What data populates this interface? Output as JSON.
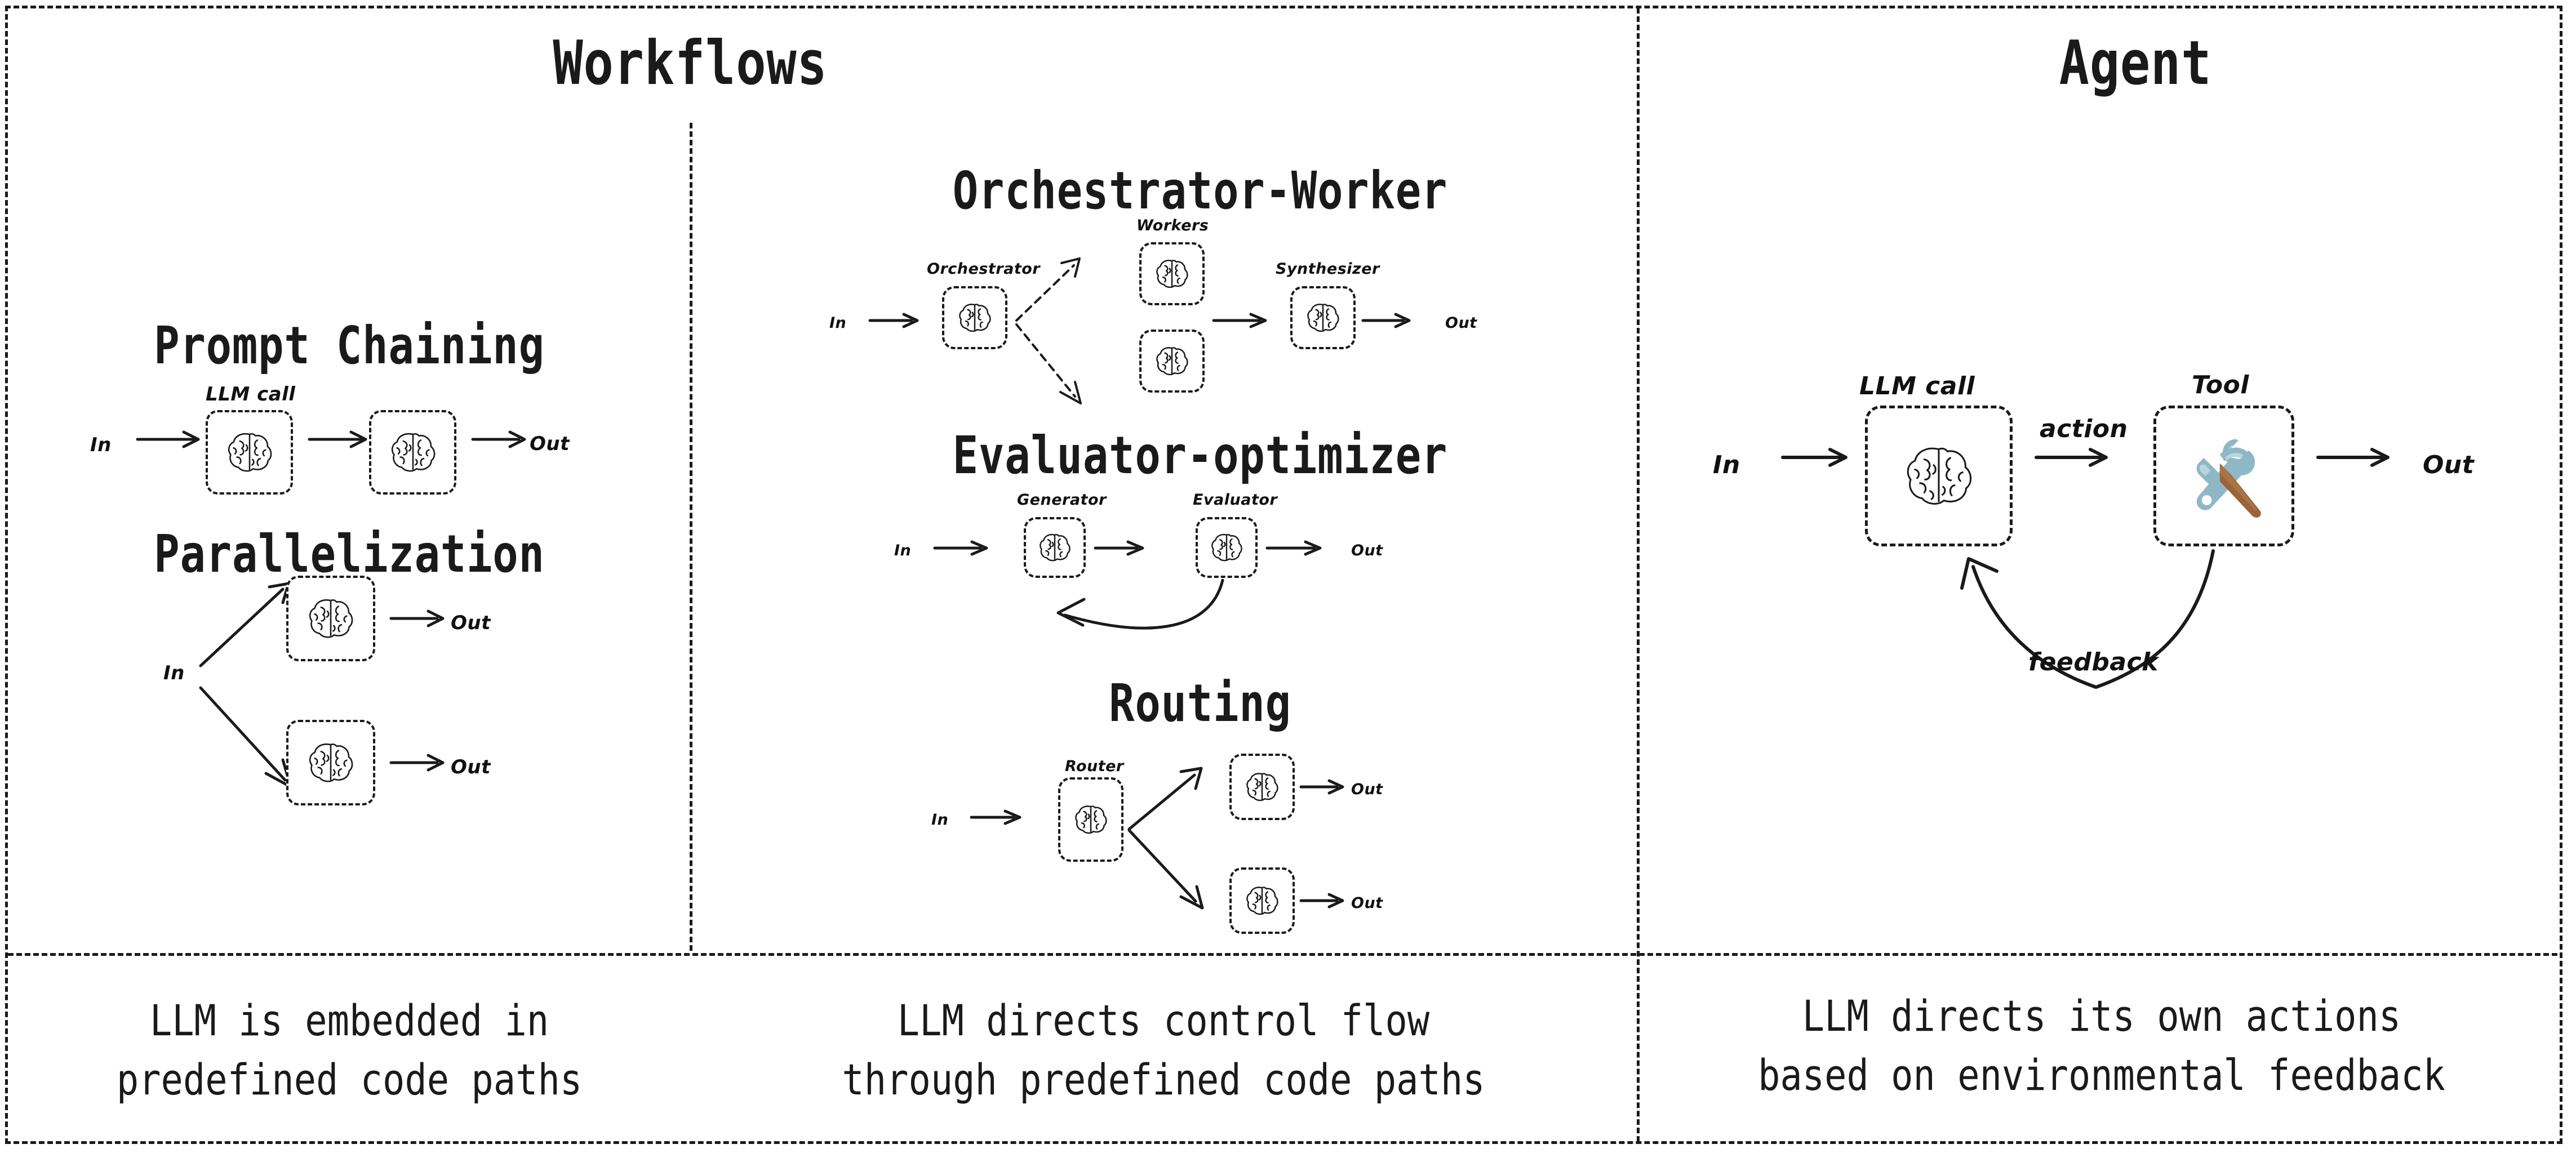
{
  "columns": {
    "workflows": {
      "title": "Workflows"
    },
    "agent": {
      "title": "Agent"
    }
  },
  "sections": {
    "prompt_chaining": {
      "title": "Prompt Chaining",
      "in_label": "In",
      "out_label": "Out",
      "node_label": "LLM call",
      "nodes": [
        "llm-call-1",
        "llm-call-2"
      ]
    },
    "parallelization": {
      "title": "Parallelization",
      "in_label": "In",
      "out_label_top": "Out",
      "out_label_bottom": "Out"
    },
    "orchestrator_worker": {
      "title": "Orchestrator-Worker",
      "in_label": "In",
      "out_label": "Out",
      "orchestrator_label": "Orchestrator",
      "workers_label": "Workers",
      "synthesizer_label": "Synthesizer"
    },
    "evaluator_optimizer": {
      "title": "Evaluator-optimizer",
      "in_label": "In",
      "out_label": "Out",
      "generator_label": "Generator",
      "evaluator_label": "Evaluator"
    },
    "routing": {
      "title": "Routing",
      "in_label": "In",
      "router_label": "Router",
      "out_label_top": "Out",
      "out_label_bottom": "Out"
    },
    "agent": {
      "in_label": "In",
      "out_label": "Out",
      "llm_call_label": "LLM call",
      "tool_label": "Tool",
      "action_label": "action",
      "feedback_label": "feedback"
    }
  },
  "captions": {
    "workflows_left": "LLM is embedded in\npredefined code paths",
    "workflows_right": "LLM directs control flow\nthrough predefined code paths",
    "agent": "LLM directs its own actions\nbased on environmental feedback"
  },
  "icons": {
    "brain": "brain-icon",
    "tool": "hammer-and-wrench-icon"
  },
  "colors": {
    "ink": "#1a1a1a",
    "background": "#ffffff",
    "tool_steel": "#8fb8c6",
    "tool_steel_dark": "#6d9cad",
    "tool_handle": "#9a6438"
  }
}
